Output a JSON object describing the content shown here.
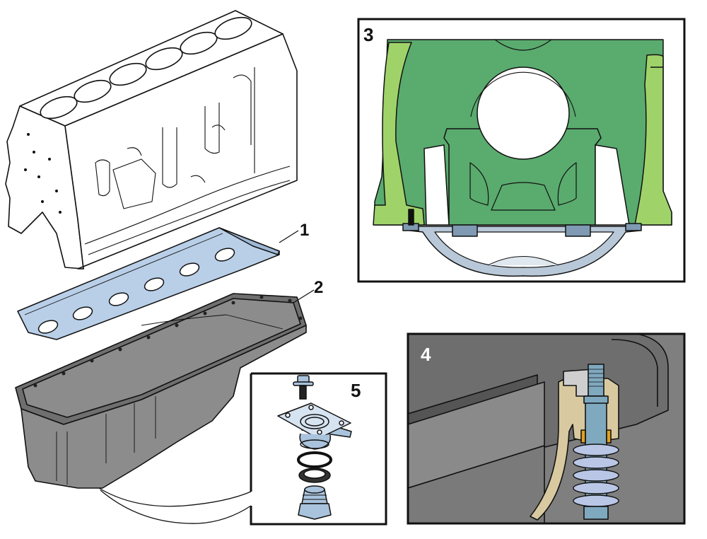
{
  "figure": {
    "callouts": [
      {
        "id": "1",
        "label": "1",
        "part": "oil-pan-gasket-stiffener"
      },
      {
        "id": "2",
        "label": "2",
        "part": "oil-pan"
      }
    ],
    "detail_views": [
      {
        "id": "3",
        "label": "3",
        "subject": "main-bearing-cap-and-baffle-section"
      },
      {
        "id": "4",
        "label": "4",
        "subject": "oil-pan-flange-bolt-with-spring-section"
      },
      {
        "id": "5",
        "label": "5",
        "subject": "drain-plug-assembly-exploded"
      }
    ],
    "colors": {
      "block_fill": "#ffffff",
      "gasket_fill": "#b9cfe8",
      "pan_fill": "#8c8c8c",
      "pan_inner": "#7d7d7d",
      "detail3_green": "#5aab6e",
      "detail3_lightgreen": "#9fd36a",
      "detail3_steel": "#b8c8d8",
      "detail4_bg": "#7f7f7f",
      "detail4_flange": "#d8c9a0",
      "detail4_bolt": "#7fa9bf",
      "detail4_spring": "#b9c6e6",
      "detail5_parts": "#a9c3dc",
      "outline": "#111111"
    }
  }
}
